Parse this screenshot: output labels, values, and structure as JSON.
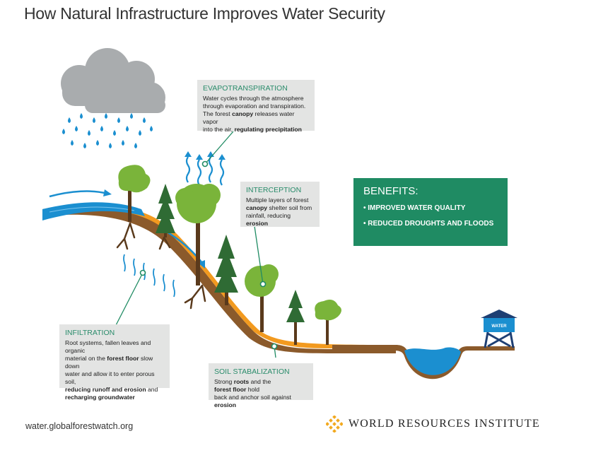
{
  "title": "How Natural Infrastructure Improves Water Security",
  "evapotranspiration": {
    "heading": "EVAPOTRANSPIRATION",
    "lines": [
      {
        "text": "Water cycles through the atmosphere"
      },
      {
        "text": "through evaporation and transpiration."
      },
      {
        "pre": "The forest ",
        "bold": "canopy",
        "post": " releases water vapor"
      },
      {
        "pre": "into the air, ",
        "bold": "regulating precipitation",
        "post": ""
      }
    ]
  },
  "interception": {
    "heading": "INTERCEPTION",
    "lines": [
      {
        "text": "Multiple layers of forest"
      },
      {
        "pre": "",
        "bold": "canopy",
        "post": " shelter soil from"
      },
      {
        "pre": "rainfall, reducing ",
        "bold": "erosion",
        "post": ""
      }
    ]
  },
  "infiltration": {
    "heading": "INFILTRATION",
    "lines": [
      {
        "text": "Root systems, fallen leaves and organic"
      },
      {
        "pre": "material on the ",
        "bold": "forest floor",
        "post": " slow down"
      },
      {
        "text": "water and allow it to enter porous soil,"
      },
      {
        "pre": "",
        "bold": "reducing runoff and erosion",
        "post": " and"
      },
      {
        "pre": "",
        "bold": "recharging groundwater",
        "post": ""
      }
    ]
  },
  "soil": {
    "heading": "SOIL STABALIZATION",
    "lines": [
      {
        "pre": "Strong ",
        "bold": "roots",
        "post": " and the "
      },
      {
        "pre": "",
        "bold": "forest floor",
        "post": " hold"
      },
      {
        "pre": "back and anchor soil against ",
        "bold": "erosion",
        "post": ""
      }
    ]
  },
  "benefits": {
    "heading": "BENEFITS:",
    "items": [
      "• IMPROVED WATER QUALITY",
      "• REDUCED DROUGHTS AND FLOODS"
    ]
  },
  "tower_label": "WATER",
  "footer": {
    "url": "water.globalforestwatch.org",
    "org": "WORLD RESOURCES INSTITUTE"
  },
  "colors": {
    "green": "#1f8b63",
    "water": "#1b8fd0",
    "soil": "#8b5a2b",
    "litter": "#f29a1f",
    "cloud": "#a9acae",
    "tree": "#7ab43a",
    "pine": "#2f6b34"
  },
  "icons": [
    "cloud-icon",
    "raindrop-icon",
    "tree-icon",
    "pine-tree-icon",
    "root-icon",
    "water-tower-icon",
    "wri-logo-icon"
  ]
}
